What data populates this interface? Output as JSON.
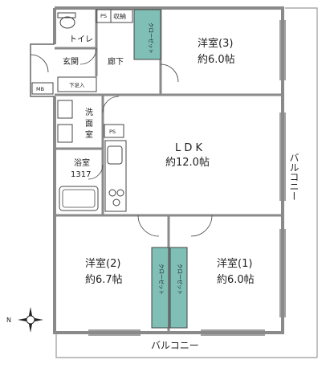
{
  "colors": {
    "wall": "#8a8a8a",
    "closet": "#7fbfb6",
    "line": "#444444"
  },
  "rooms": {
    "toilet": "トイレ",
    "entrance": "玄関",
    "hallway": "廊下",
    "shoe_box": "下足入",
    "meter_box": "MB",
    "ps_top": "PS",
    "storage": "収納",
    "closet_top": "クローゼット",
    "western3_name": "洋室(3)",
    "western3_size": "約6.0帖",
    "washroom_1": "洗",
    "washroom_2": "面",
    "washroom_3": "室",
    "ps_mid": "PS",
    "bath_name": "浴室",
    "bath_size": "1317",
    "ldk_name": "L D K",
    "ldk_size": "約12.0帖",
    "western2_name": "洋室(2)",
    "western2_size": "約6.7帖",
    "western1_name": "洋室(1)",
    "western1_size": "約6.0帖",
    "closet_left": "クローゼット",
    "closet_right": "クローゼット",
    "balcony_right": "バルコニー",
    "balcony_bottom": "バルコニー"
  },
  "compass": {
    "north_label": "N"
  }
}
